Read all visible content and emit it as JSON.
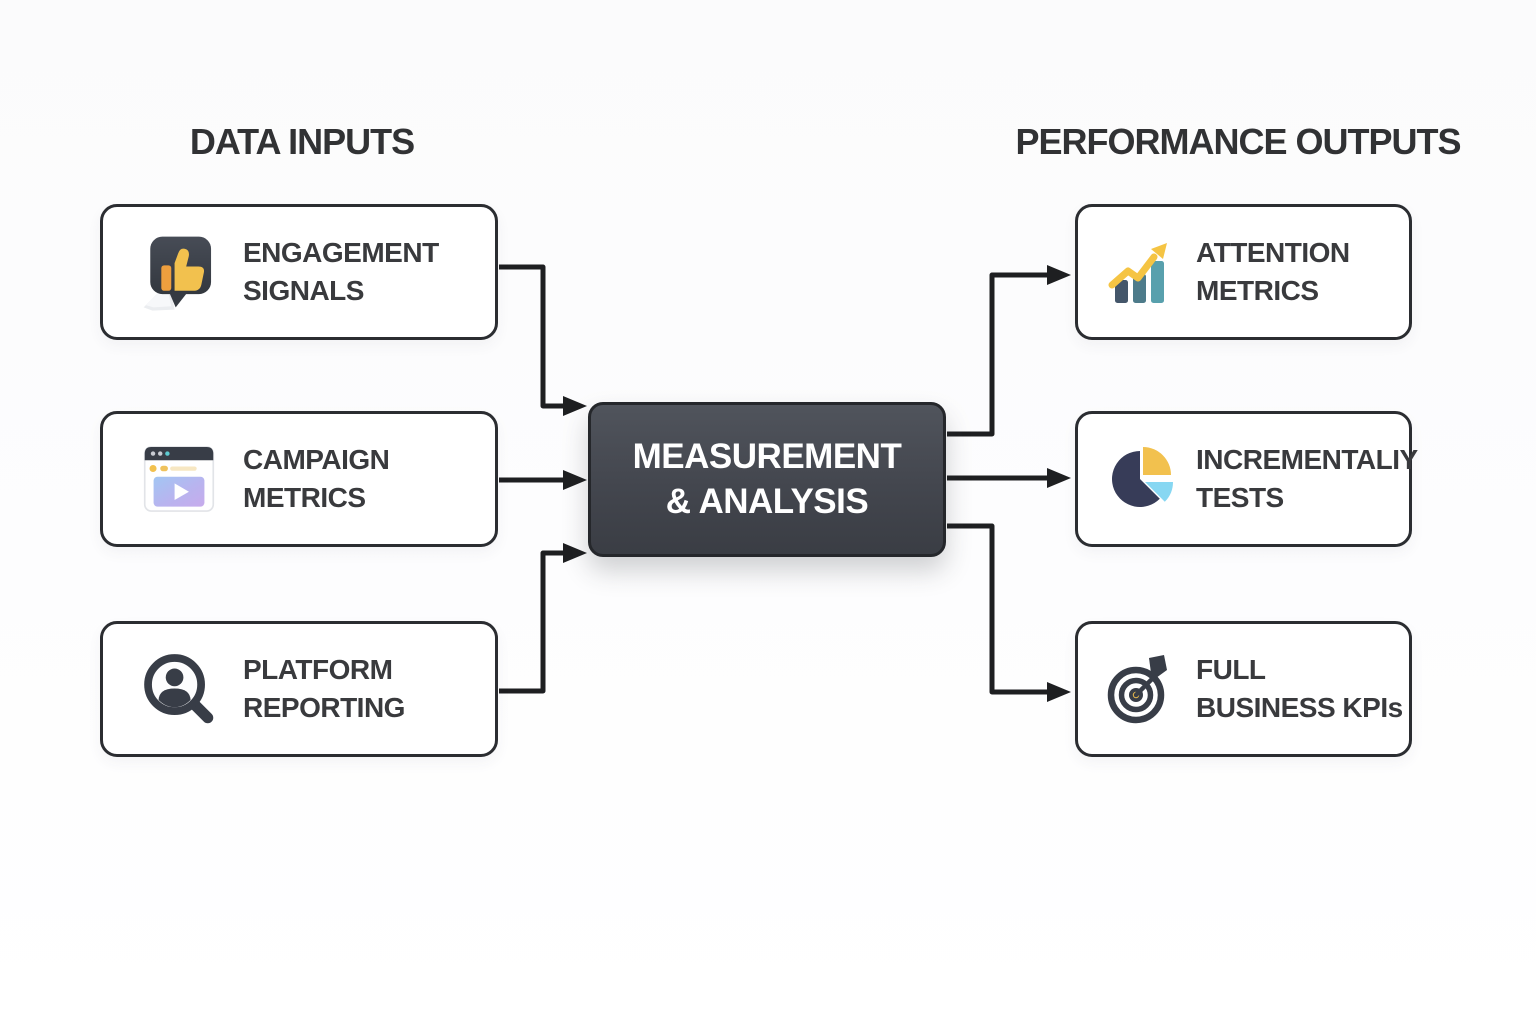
{
  "headers": {
    "left": "DATA INPUTS",
    "right": "PERFORMANCE OUTPUTS"
  },
  "center": {
    "line1": "MEASUREMENT",
    "line2": "& ANALYSIS"
  },
  "inputs": [
    {
      "line1": "ENGAGEMENT",
      "line2": "SIGNALS",
      "icon": "thumbs-up-speech-bubble-icon"
    },
    {
      "line1": "CAMPAIGN",
      "line2": "METRICS",
      "icon": "browser-video-player-icon"
    },
    {
      "line1": "PLATFORM",
      "line2": "REPORTING",
      "icon": "magnifier-person-icon"
    }
  ],
  "outputs": [
    {
      "line1": "ATTENTION",
      "line2": "METRICS",
      "icon": "rising-bar-chart-icon"
    },
    {
      "line1": "INCREMENTALIY",
      "line2": "TESTS",
      "icon": "pie-chart-icon"
    },
    {
      "line1": "FULL",
      "line2": "BUSINESS KPIs",
      "icon": "target-dart-icon"
    }
  ],
  "colors": {
    "background": "#fbfbfc",
    "card_border": "#2b2d31",
    "center_box_fill": "#43464e",
    "center_box_text": "#ffffff",
    "label_text": "#393a3d",
    "arrow": "#1e1f21",
    "accent_yellow": "#f2c14e",
    "accent_orange": "#ee9f3e",
    "accent_teal_dark": "#44566a",
    "accent_teal_mid": "#4d7b8a",
    "accent_teal_light": "#58a0ad",
    "accent_navy": "#373c58",
    "accent_sky": "#87d7f2",
    "icon_dark": "#383d47"
  }
}
